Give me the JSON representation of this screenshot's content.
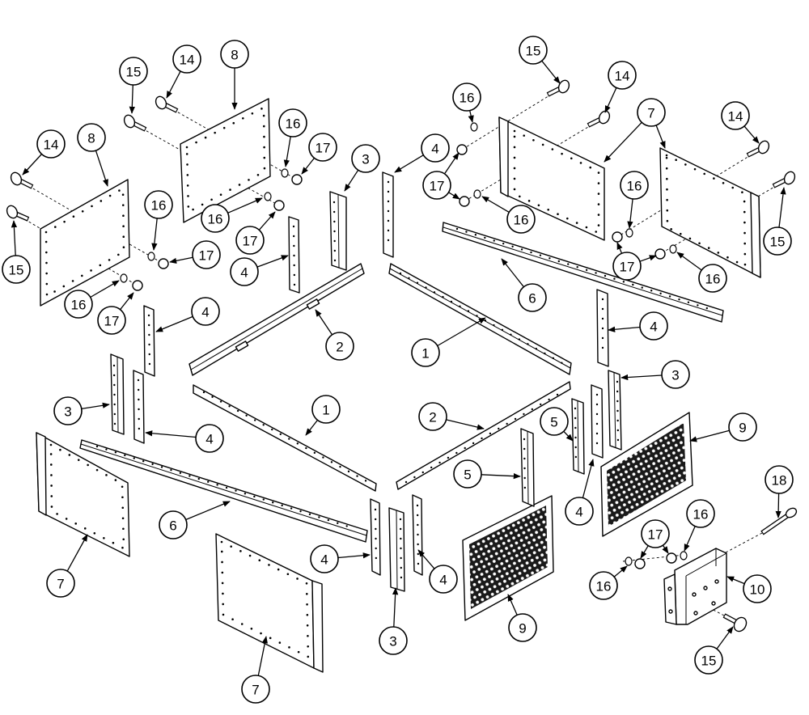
{
  "colors": {
    "line": "#000000",
    "background": "#ffffff"
  },
  "callouts": [
    "15",
    "14",
    "8",
    "14",
    "8",
    "16",
    "17",
    "16",
    "16",
    "17",
    "17",
    "15",
    "16",
    "17",
    "3",
    "4",
    "4",
    "4",
    "2",
    "3",
    "4",
    "1",
    "6",
    "7",
    "7",
    "4",
    "3",
    "4",
    "15",
    "14",
    "16",
    "7",
    "14",
    "17",
    "16",
    "16",
    "15",
    "17",
    "16",
    "6",
    "4",
    "1",
    "3",
    "2",
    "5",
    "9",
    "5",
    "4",
    "18",
    "16",
    "17",
    "16",
    "10",
    "9",
    "15"
  ]
}
